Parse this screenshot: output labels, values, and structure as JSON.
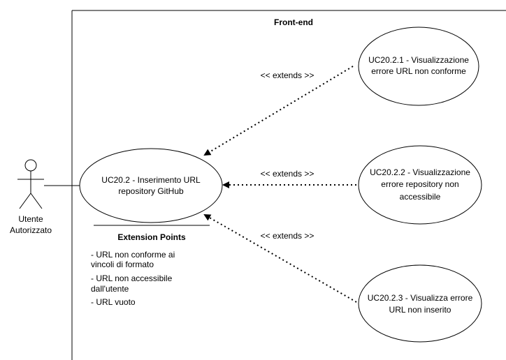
{
  "system": {
    "title": "Front-end"
  },
  "actor": {
    "name_line1": "Utente",
    "name_line2": "Autorizzato"
  },
  "main_use_case": {
    "line1": "UC20.2 - Inserimento URL",
    "line2": "repository GitHub"
  },
  "extension_points": {
    "heading": "Extension Points",
    "items": [
      "- URL non conforme ai",
      "vincoli di formato",
      "- URL non accessibile",
      "dall'utente",
      "- URL vuoto"
    ]
  },
  "extensions": [
    {
      "line1": "UC20.2.1 - Visualizzazione",
      "line2": "errore URL non conforme",
      "line3": "",
      "stereotype": "<< extends >>"
    },
    {
      "line1": "UC20.2.2 - Visualizzazione",
      "line2": "errore repository non",
      "line3": "accessibile",
      "stereotype": "<< extends >>"
    },
    {
      "line1": "UC20.2.3 - Visualizza errore",
      "line2": "URL non inserito",
      "line3": "",
      "stereotype": "<< extends >>"
    }
  ]
}
